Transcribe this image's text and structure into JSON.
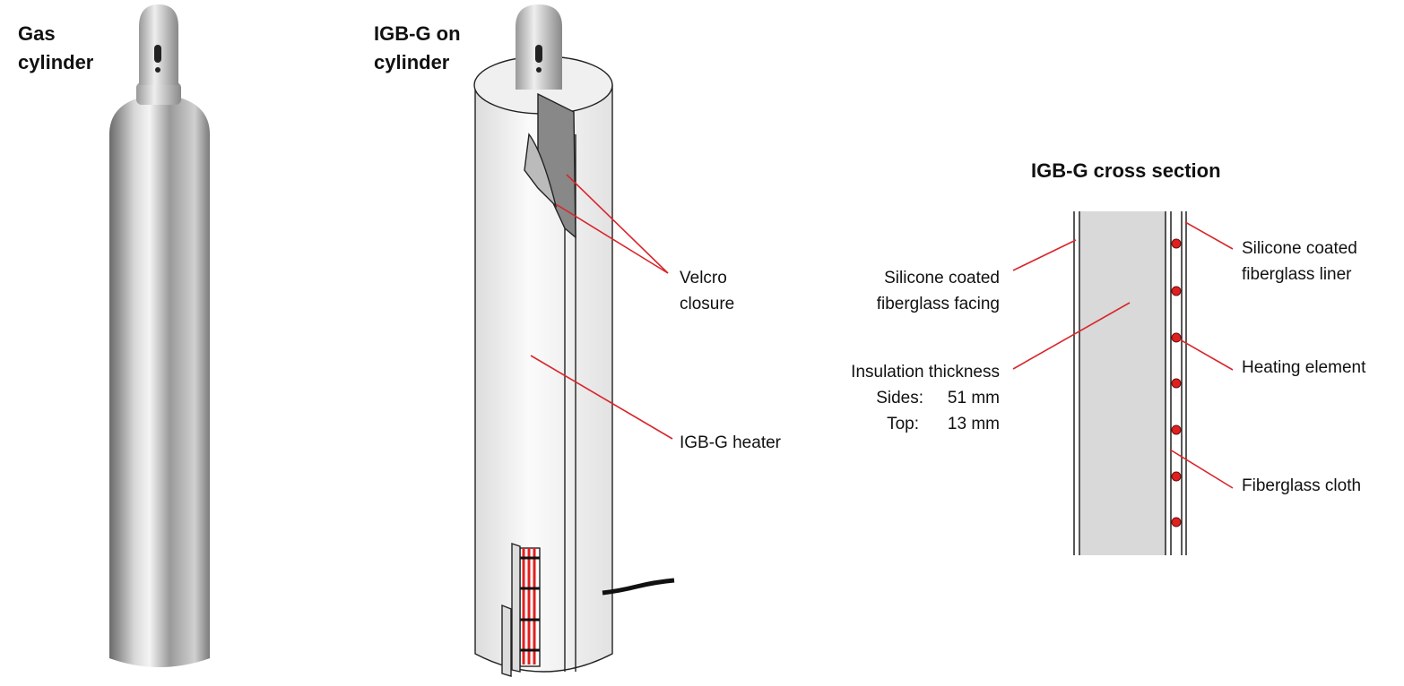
{
  "panels": {
    "gas_cylinder": {
      "title_line1": "Gas",
      "title_line2": "cylinder"
    },
    "igb_on_cylinder": {
      "title_line1": "IGB-G on",
      "title_line2": "cylinder",
      "velcro_label_line1": "Velcro",
      "velcro_label_line2": "closure",
      "heater_label": "IGB-G heater"
    },
    "cross_section": {
      "title": "IGB-G cross section",
      "facing_line1": "Silicone coated",
      "facing_line2": "fiberglass facing",
      "insulation_title": "Insulation thickness",
      "sides_label": "Sides:",
      "sides_value": "51 mm",
      "top_label": "Top:",
      "top_value": "13 mm",
      "liner_line1": "Silicone coated",
      "liner_line2": "fiberglass liner",
      "heating_element": "Heating element",
      "fiberglass_cloth": "Fiberglass cloth"
    }
  },
  "colors": {
    "leader": "#d9262b",
    "element": "#e0201f",
    "insulation": "#d9d9d9"
  }
}
